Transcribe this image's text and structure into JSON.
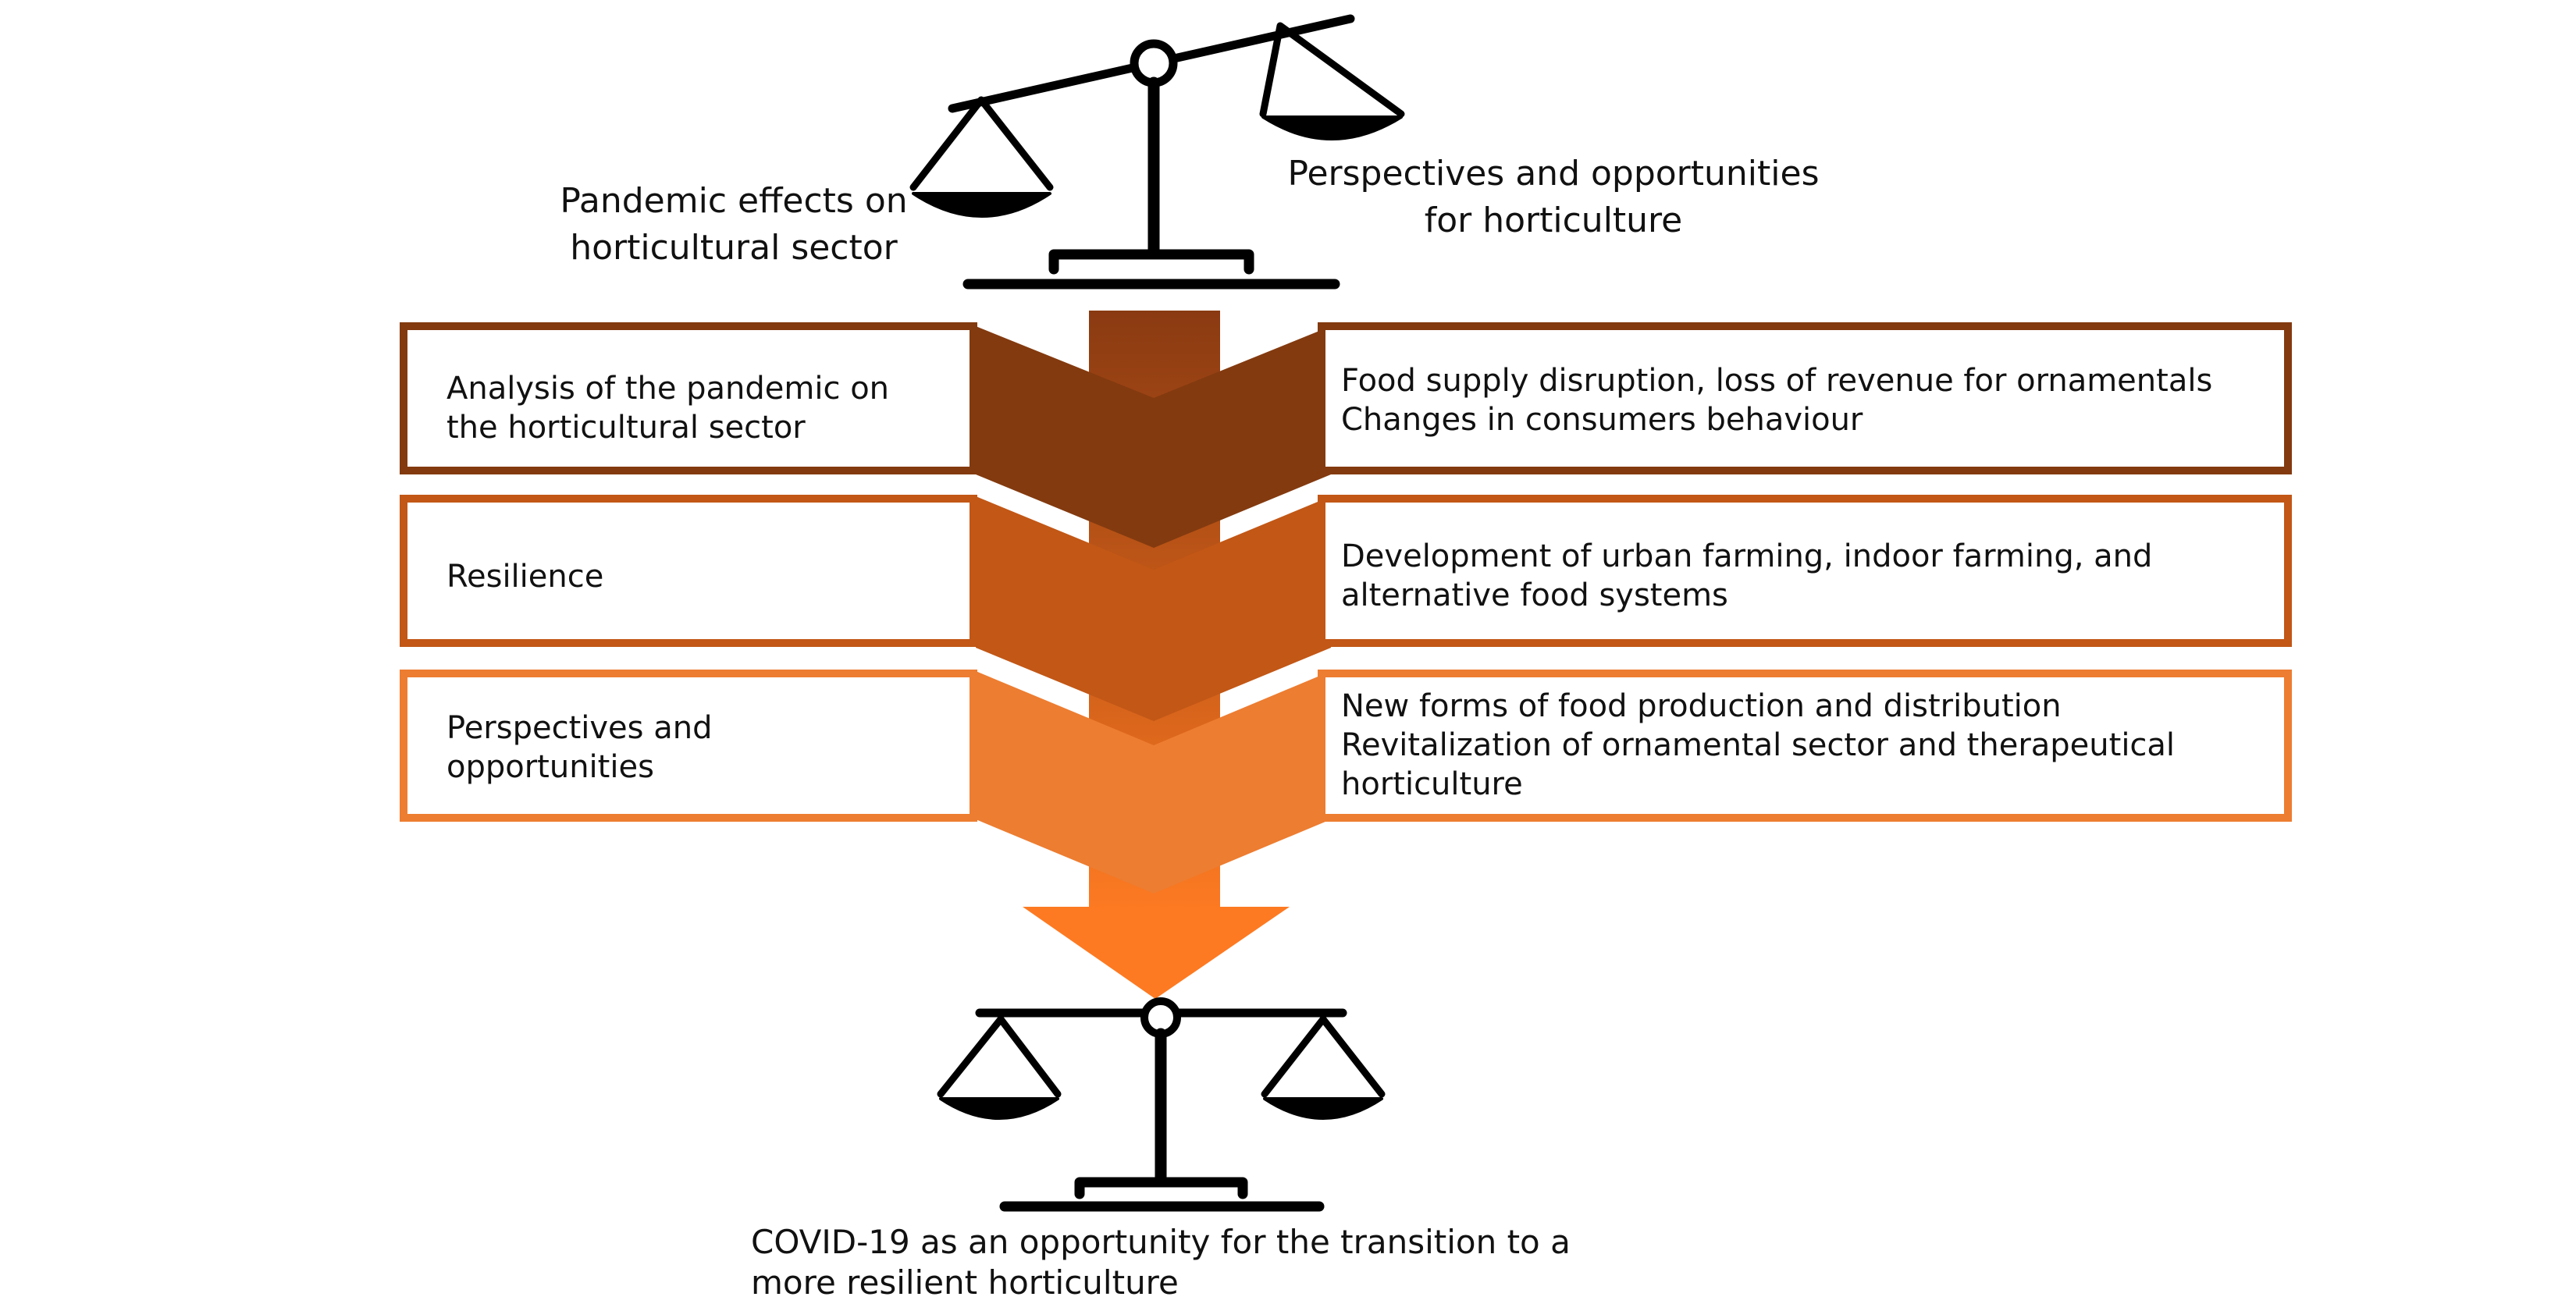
{
  "top_scale": {
    "left_pan_label": [
      "Pandemic effects on",
      "horticultural sector"
    ],
    "right_pan_label": [
      "Perspectives and opportunities",
      "for horticulture"
    ]
  },
  "rows": [
    {
      "left": [
        "Analysis of the pandemic on",
        "the horticultural sector"
      ],
      "right": [
        "Food supply disruption, loss of revenue for ornamentals",
        "Changes in consumers behaviour"
      ],
      "color": "#833a0f"
    },
    {
      "left": [
        "Resilience"
      ],
      "right": [
        "Development of urban farming, indoor farming, and",
        "alternative food systems"
      ],
      "color": "#c25716"
    },
    {
      "left": [
        "Perspectives and",
        "opportunities"
      ],
      "right": [
        "New forms of food production and distribution",
        "Revitalization of ornamental sector and therapeutical",
        "horticulture"
      ],
      "color": "#ed7d31"
    }
  ],
  "arrow_color": "#fd7a22",
  "scale_color": "#000000",
  "bottom_label": [
    "COVID-19 as an opportunity for the transition to a",
    "more resilient horticulture"
  ]
}
